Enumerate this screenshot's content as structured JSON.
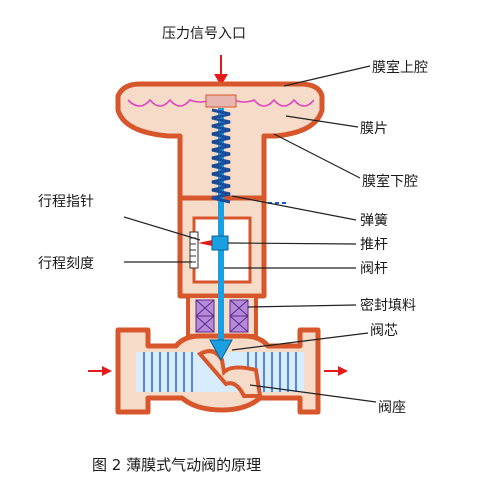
{
  "labels": {
    "pressure_signal": "压力信号入口",
    "upper_chamber": "膜室上腔",
    "diaphragm": "膜片",
    "lower_chamber": "膜室下腔",
    "spring": "弹簧",
    "push_rod": "推杆",
    "valve_stem": "阀杆",
    "packing": "密封填料",
    "valve_core": "阀芯",
    "valve_seat": "阀座",
    "stroke_pointer": "行程指针",
    "stroke_scale": "行程刻度"
  },
  "caption": "图 2  薄膜式气动阀的原理",
  "colors": {
    "body_outline": "#d8562c",
    "body_fill": "#f6dcc8",
    "spring": "#1e4a9a",
    "stem": "#1aa0e0",
    "packing": "#7b3fb0",
    "arrow": "#e31b1b",
    "diaphragm": "#e040c0"
  }
}
